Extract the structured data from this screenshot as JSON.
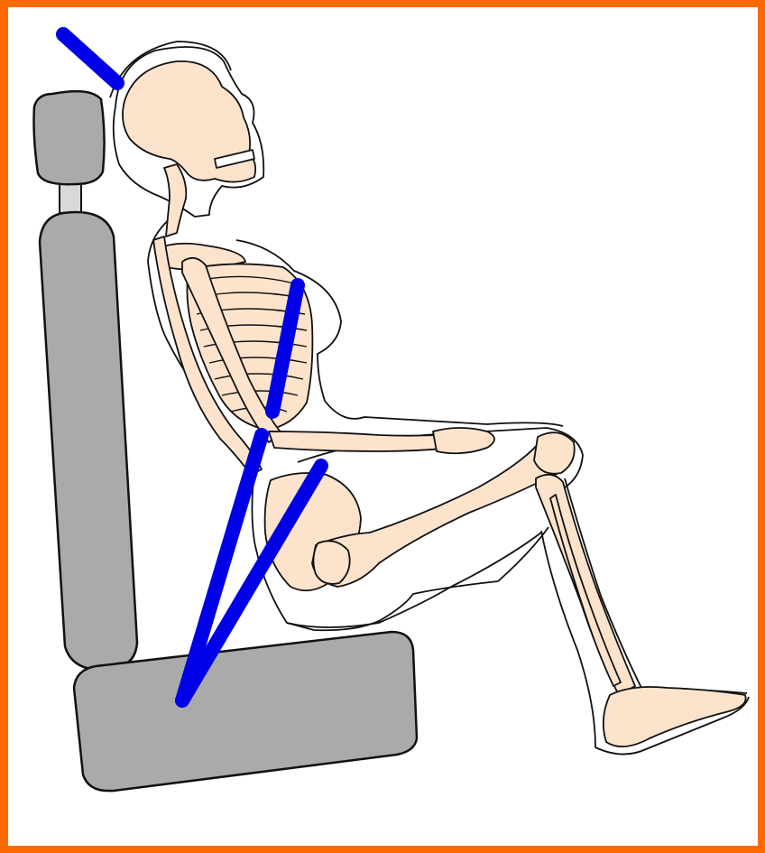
{
  "figure": {
    "colors": {
      "frame": "#ff6a00",
      "background_edge": "#0d1466",
      "seat": "#aaaaaa",
      "seat_outline": "#111111",
      "headrest_post": "#d9d9d9",
      "bone": "#fde3cc",
      "bone_outline": "#111111",
      "soft_tissue_outline": "#111111",
      "belt": "#0000e6"
    },
    "components": [
      "headrest",
      "seat-back",
      "seat-cushion",
      "skeleton-occupant",
      "body-outline",
      "seat-belt"
    ]
  }
}
